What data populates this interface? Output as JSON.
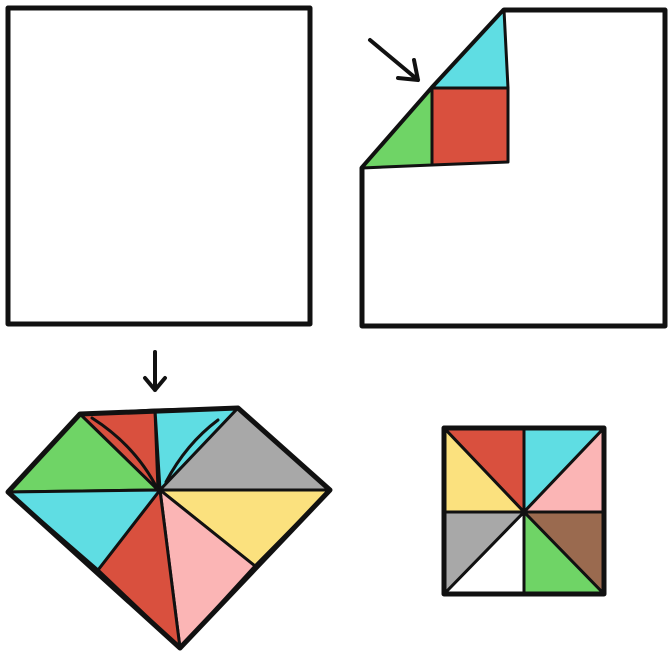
{
  "steps": [
    {
      "id": "step-1",
      "shape": "blank-square"
    },
    {
      "id": "step-2",
      "shape": "corner-folded"
    },
    {
      "id": "step-3",
      "shape": "diamond"
    },
    {
      "id": "step-4",
      "shape": "pinwheel-square"
    }
  ],
  "colors": {
    "red": "#D9503E",
    "cyan": "#5FDDE3",
    "green": "#6FD466",
    "gray": "#A8A8A8",
    "yellow": "#FBE17E",
    "pink": "#FBB5B5",
    "brown": "#9A6A4F",
    "white": "#FFFFFF",
    "outline": "#111111"
  },
  "icons": [
    "fold-arrow-icon",
    "down-arrow-icon"
  ]
}
